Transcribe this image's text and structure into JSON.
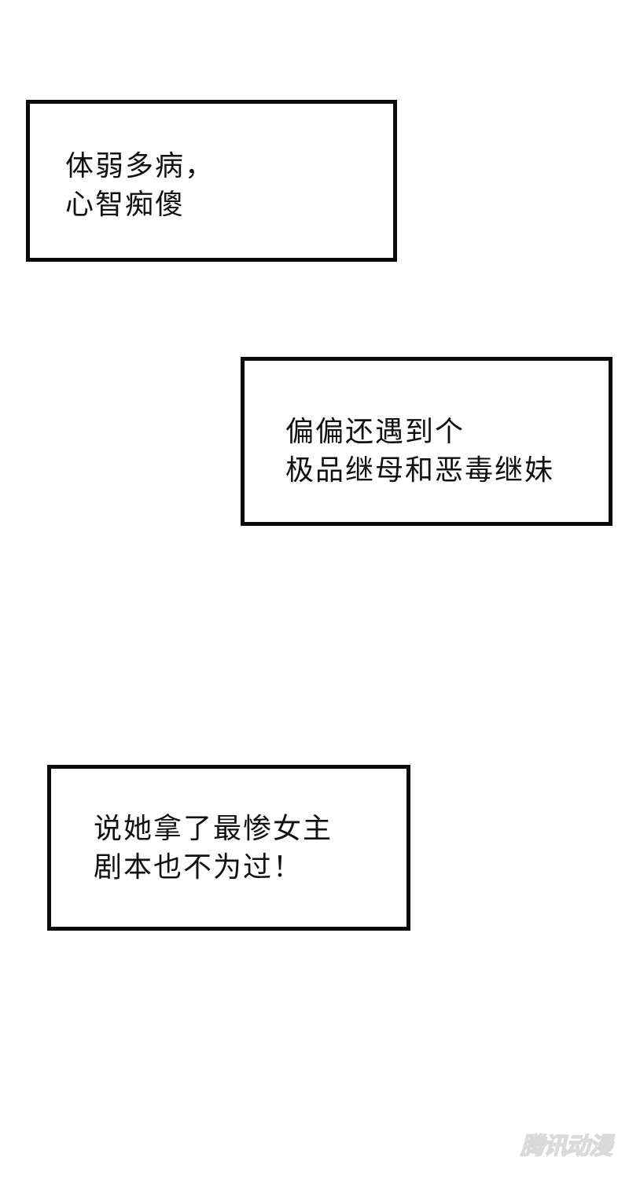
{
  "panels": [
    {
      "lines": [
        "体弱多病，",
        "心智痴傻"
      ]
    },
    {
      "lines": [
        "偏偏还遇到个",
        "极品继母和恶毒继妹"
      ]
    },
    {
      "lines": [
        "说她拿了最惨女主",
        "剧本也不为过！"
      ]
    }
  ],
  "watermark": {
    "text": "腾讯动漫"
  },
  "colors": {
    "background": "#ffffff",
    "border": "#0a0a0a",
    "text": "#111111",
    "watermark": "#d6d6d6"
  }
}
